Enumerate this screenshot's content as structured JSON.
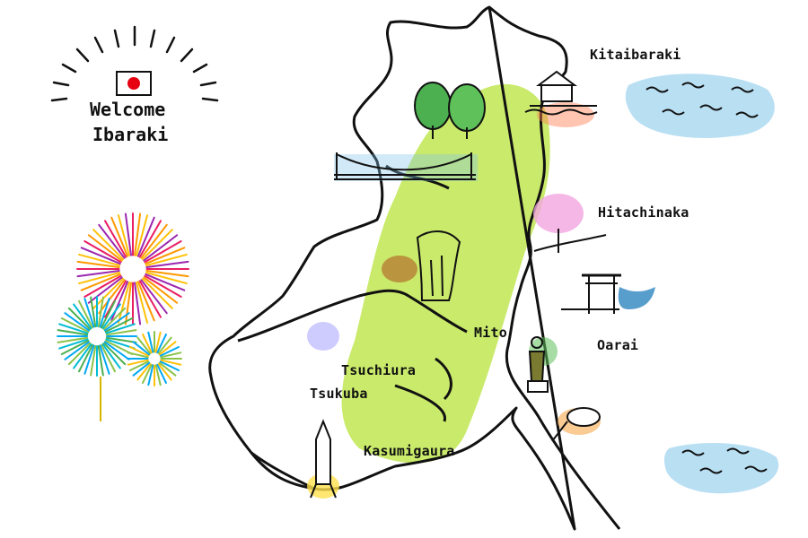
{
  "title": {
    "line1": "Welcome",
    "line2": "Ibaraki"
  },
  "places": {
    "kitaibaraki": "Kitaibaraki",
    "hitachinaka": "Hitachinaka",
    "mito": "Mito",
    "oarai": "Oarai",
    "tsuchiura": "Tsuchiura",
    "tsukuba": "Tsukuba",
    "kasumigaura": "Kasumigaura"
  },
  "icons": {
    "flag": "japan-flag-icon",
    "fireworks": "fireworks-icon",
    "trees": "trees-icon",
    "bridge": "suspension-bridge-icon",
    "pavilion": "seaside-pavilion-icon",
    "flower_tree": "flowering-tree-icon",
    "waterfall": "waterfall-icon",
    "torii": "torii-gate-icon",
    "statue": "statue-icon",
    "rocket": "rocket-icon",
    "natto": "natto-icon"
  },
  "colors": {
    "land_green": "#b7e33a",
    "sea_blue": "#7fc4ea",
    "flag_red": "#e60012",
    "outline": "#111111"
  }
}
